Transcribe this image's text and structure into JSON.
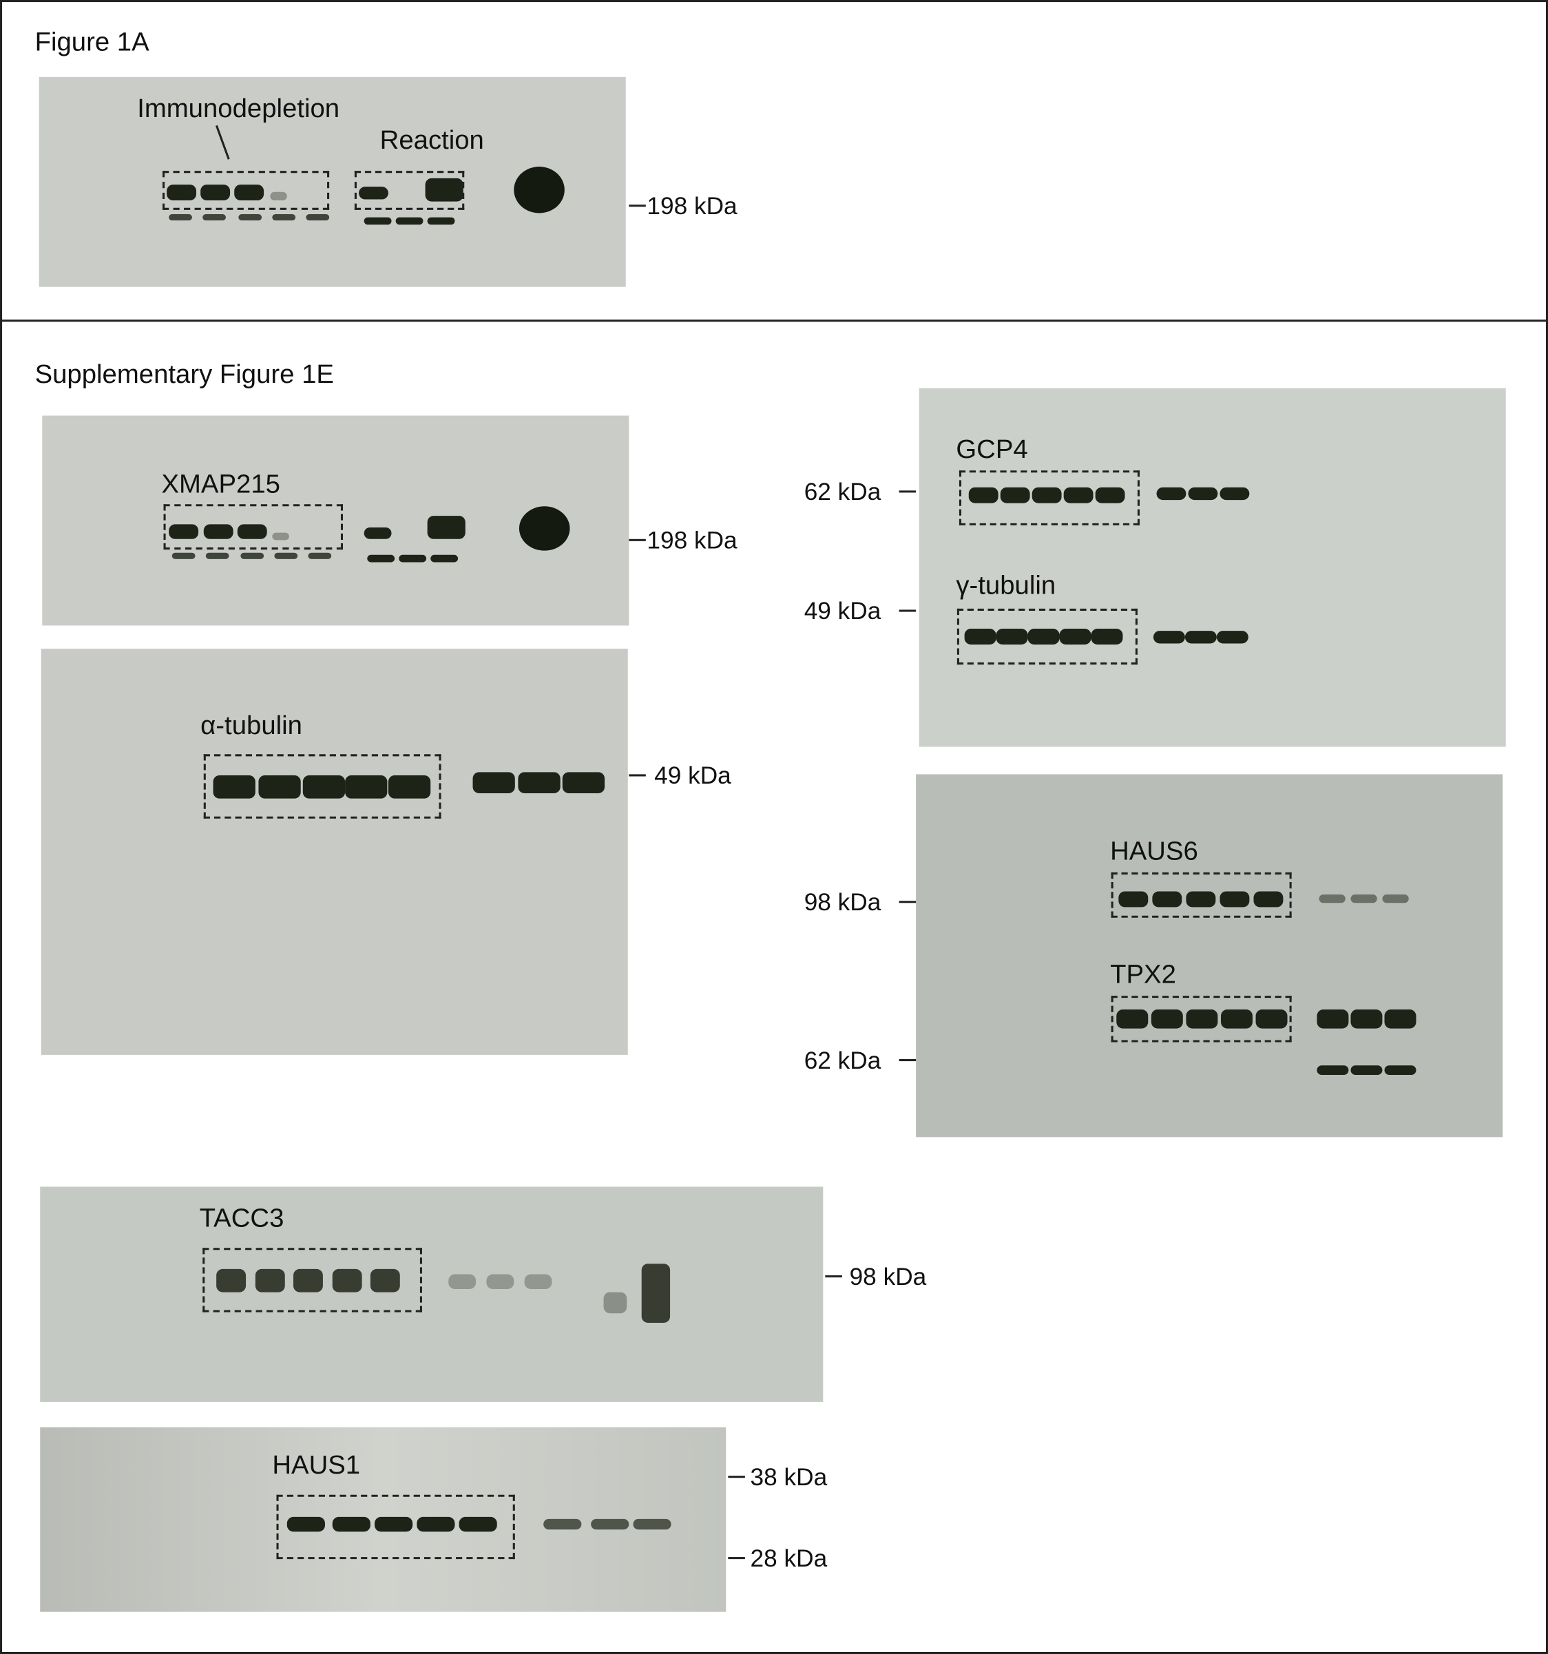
{
  "figure_1a": {
    "title": "Figure 1A",
    "labels": {
      "immunodepletion": "Immunodepletion",
      "reaction": "Reaction"
    },
    "markers": [
      "198 kDa"
    ]
  },
  "supp_1e": {
    "title": "Supplementary Figure 1E",
    "xmap215": {
      "label": "XMAP215",
      "markers": [
        "198 kDa"
      ]
    },
    "alpha_tubulin": {
      "label": "α-tubulin",
      "markers": [
        "49 kDa"
      ]
    },
    "gcp4": {
      "label": "GCP4",
      "markers": [
        "62 kDa"
      ]
    },
    "gamma_tubulin": {
      "label": "γ-tubulin",
      "markers": [
        "49 kDa"
      ]
    },
    "haus6": {
      "label": "HAUS6",
      "markers": [
        "98 kDa"
      ]
    },
    "tpx2": {
      "label": "TPX2",
      "markers": [
        "62 kDa"
      ]
    },
    "tacc3": {
      "label": "TACC3",
      "markers": [
        "98 kDa"
      ]
    },
    "haus1": {
      "label": "HAUS1",
      "markers": [
        "38 kDa",
        "28 kDa"
      ]
    }
  },
  "colors": {
    "membrane": "#c8cbc5",
    "band": "#1e2318",
    "frame": "#222222"
  }
}
